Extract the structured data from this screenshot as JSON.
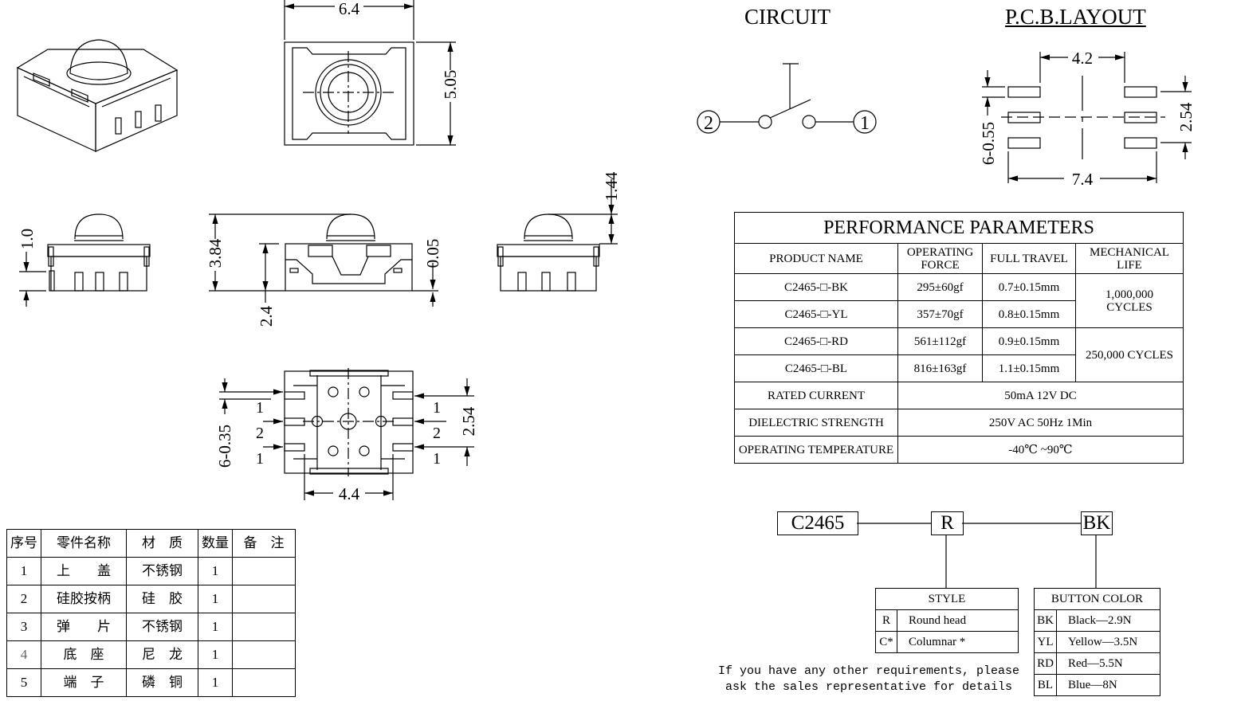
{
  "circuit": {
    "title": "CIRCUIT",
    "pin_left": "2",
    "pin_right": "1"
  },
  "pcb_layout": {
    "title": "P.C.B.LAYOUT",
    "dim_top": "4.2",
    "dim_bottom": "7.4",
    "dim_right": "2.54",
    "dim_left": "6-0.55"
  },
  "top_view": {
    "dim_width": "6.4",
    "dim_height": "5.05"
  },
  "side_views": {
    "dim_left": "1.0",
    "dim_total": "3.84",
    "dim_body": "2.4",
    "dim_offset": "0.05",
    "dim_dome": "1.44"
  },
  "bottom_view": {
    "dim_left": "6-0.35",
    "dim_right": "2.54",
    "dim_bottom": "4.4",
    "pin_labels": [
      "1",
      "2",
      "1"
    ]
  },
  "performance": {
    "title": "PERFORMANCE PARAMETERS",
    "headers": [
      "PRODUCT NAME",
      "OPERATING FORCE",
      "FULL TRAVEL",
      "MECHANICAL LIFE"
    ],
    "rows": [
      {
        "name": "C2465-□-BK",
        "force": "295±60gf",
        "travel": "0.7±0.15mm"
      },
      {
        "name": "C2465-□-YL",
        "force": "357±70gf",
        "travel": "0.8±0.15mm"
      },
      {
        "name": "C2465-□-RD",
        "force": "561±112gf",
        "travel": "0.9±0.15mm"
      },
      {
        "name": "C2465-□-BL",
        "force": "816±163gf",
        "travel": "1.1±0.15mm"
      }
    ],
    "life_1": "1,000,000 CYCLES",
    "life_2": "250,000 CYCLES",
    "specs": [
      {
        "label": "RATED CURRENT",
        "value": "50mA 12V DC"
      },
      {
        "label": "DIELECTRIC STRENGTH",
        "value": "250V AC 50Hz 1Min"
      },
      {
        "label": "OPERATING TEMPERATURE",
        "value": "-40℃ ~90℃"
      }
    ]
  },
  "parts_table": {
    "headers": [
      "序号",
      "零件名称",
      "材　质",
      "数量",
      "备　注"
    ],
    "rows": [
      [
        "1",
        "上　　盖",
        "不锈钢",
        "1",
        ""
      ],
      [
        "2",
        "硅胶按柄",
        "硅　胶",
        "1",
        ""
      ],
      [
        "3",
        "弹　　片",
        "不锈钢",
        "1",
        ""
      ],
      [
        "4",
        "底　座",
        "尼　龙",
        "1",
        ""
      ],
      [
        "5",
        "端　子",
        "磷　铜",
        "1",
        ""
      ]
    ]
  },
  "ordering": {
    "series": "C2465",
    "style_code": "R",
    "color_code": "BK",
    "style_table": {
      "title": "STYLE",
      "rows": [
        [
          "R",
          "Round head"
        ],
        [
          "C*",
          "Columnar *"
        ]
      ]
    },
    "color_table": {
      "title": "BUTTON COLOR",
      "rows": [
        [
          "BK",
          "Black—2.9N"
        ],
        [
          "YL",
          "Yellow—3.5N"
        ],
        [
          "RD",
          "Red—5.5N"
        ],
        [
          "BL",
          "Blue—8N"
        ]
      ]
    },
    "note_line1": "If you have any other requirements, please",
    "note_line2": "ask the sales representative for details"
  }
}
